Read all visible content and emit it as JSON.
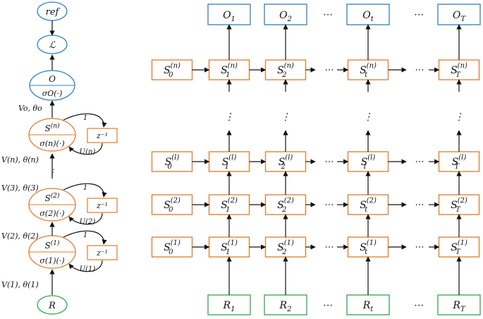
{
  "left": {
    "ref": "ref",
    "loss": "ℒ",
    "output_top": "O",
    "output_bottom": "σO(·)",
    "vo_label": "Vo, θo",
    "layers": [
      {
        "state": "S",
        "sup": "(n)",
        "act": "σ(n)(·)",
        "u": "U(n)",
        "delay": "z⁻¹",
        "one": "1",
        "in_label": "V(n), θ(n)"
      },
      {
        "state": "S",
        "sup": "(2)",
        "act": "σ(2)(·)",
        "u": "U(2)",
        "delay": "z⁻¹",
        "one": "1",
        "in_label": "V(2), θ(2)"
      },
      {
        "state": "S",
        "sup": "(1)",
        "act": "σ(1)(·)",
        "u": "U(1)",
        "delay": "z⁻¹",
        "one": "1",
        "in_label": "V(1), θ(1)"
      }
    ],
    "v3_label": "V(3), θ(3)",
    "vdots": "⋮",
    "input": "R"
  },
  "right": {
    "outputs": [
      "O1",
      "O2",
      "…",
      "Ot",
      "…",
      "OT"
    ],
    "inputs": [
      "R1",
      "R2",
      "…",
      "Rt",
      "…",
      "RT"
    ],
    "rows": [
      {
        "sup": "(n)",
        "cells": [
          "S0",
          "S1",
          "S2",
          "St",
          "ST"
        ]
      },
      {
        "sup": "(l)",
        "cells": [
          "S0",
          "S1",
          "S2",
          "St",
          "ST"
        ]
      },
      {
        "sup": "(2)",
        "cells": [
          "S0",
          "S1",
          "S2",
          "St",
          "ST"
        ]
      },
      {
        "sup": "(1)",
        "cells": [
          "S0",
          "S1",
          "S2",
          "St",
          "ST"
        ]
      }
    ],
    "hdots": "⋯",
    "vdots": "⋮"
  },
  "colors": {
    "blue": "#2f7fc4",
    "orange": "#e07b2a",
    "green": "#2ea84a",
    "arrow": "#111111"
  }
}
